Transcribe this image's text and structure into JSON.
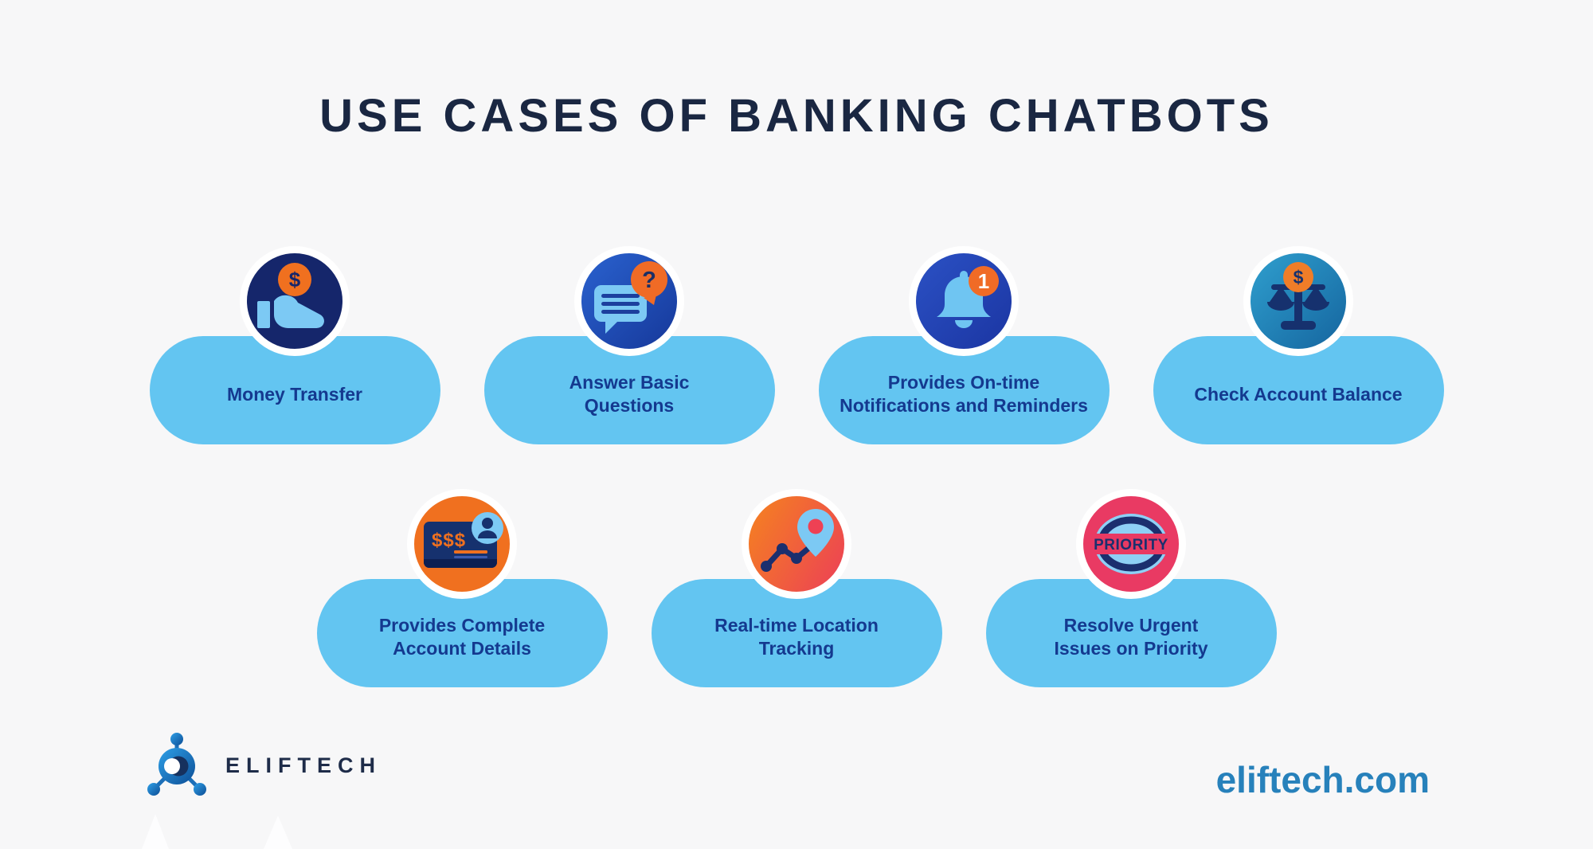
{
  "title": "USE CASES OF BANKING CHATBOTS",
  "colors": {
    "background": "#f7f7f8",
    "pill_blue": "#63c5f1",
    "card_text_navy": "#14398f",
    "title_navy": "#1a2742",
    "icon_light_blue": "#78c7f3",
    "orange_accent": "#f0701f",
    "website_blue": "#2781bb",
    "white_ring": "#ffffff"
  },
  "cards": [
    {
      "id": "money-transfer",
      "label": "Money Transfer",
      "icon": "hand-coin-icon",
      "bg": "#15266b",
      "coin_symbol": "$"
    },
    {
      "id": "answer-basic-questions",
      "label": "Answer Basic\nQuestions",
      "icon": "chat-question-icon",
      "bg": "linear-gradient(135deg,#2a62cf 0%,#16389a 100%)",
      "question_mark": "?"
    },
    {
      "id": "on-time-notifications",
      "label": "Provides On-time\nNotifications and Reminders",
      "icon": "bell-icon",
      "bg": "linear-gradient(135deg,#2b51c4 0%,#1b35a2 100%)",
      "badge_count": "1"
    },
    {
      "id": "check-account-balance",
      "label": "Check Account Balance",
      "icon": "scales-icon",
      "bg": "linear-gradient(135deg,#2f9fce 0%,#15659f 100%)",
      "coin_symbol": "$"
    },
    {
      "id": "complete-account-details",
      "label": "Provides Complete\nAccount Details",
      "icon": "credit-card-icon",
      "bg": "#f0701f",
      "card_text": "$$$"
    },
    {
      "id": "location-tracking",
      "label": "Real-time Location\nTracking",
      "icon": "map-pin-icon",
      "bg": "linear-gradient(120deg,#f5831f 0%,#ec3f57 100%)"
    },
    {
      "id": "priority",
      "label": "Resolve Urgent\nIssues on Priority",
      "icon": "priority-stamp-icon",
      "bg": "#e93a63",
      "stamp_text": "PRIORITY"
    }
  ],
  "footer": {
    "logo_text": "ELIFTECH",
    "website": "eliftech.com"
  }
}
